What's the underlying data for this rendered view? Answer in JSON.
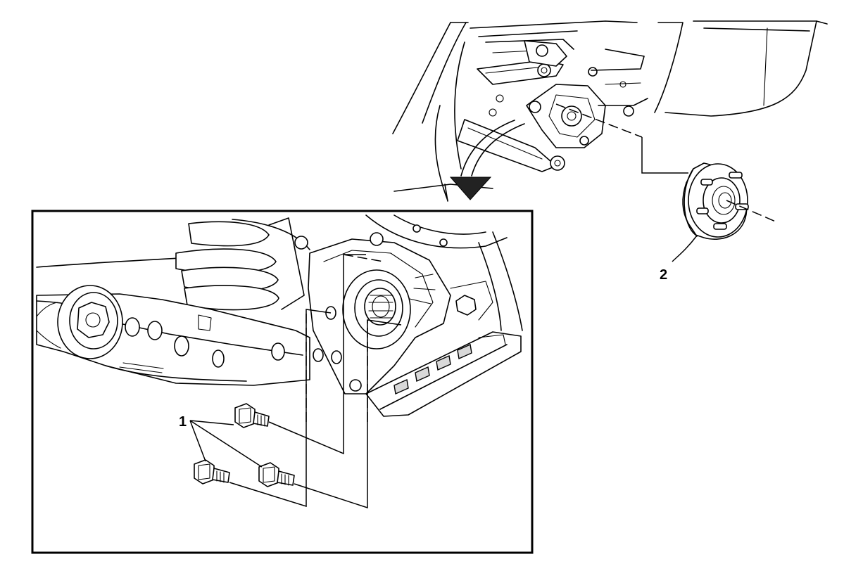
{
  "callouts": {
    "bolts": "1",
    "hub_bearing": "2"
  },
  "components": [
    {
      "id": "1",
      "name": "bolts",
      "count": 3
    },
    {
      "id": "2",
      "name": "hub-bearing-assembly"
    }
  ],
  "colors": {
    "line": "#000000",
    "background": "#ffffff",
    "shade": "#d9d9d9"
  },
  "icons": [
    "curved-arrow-down-icon"
  ]
}
